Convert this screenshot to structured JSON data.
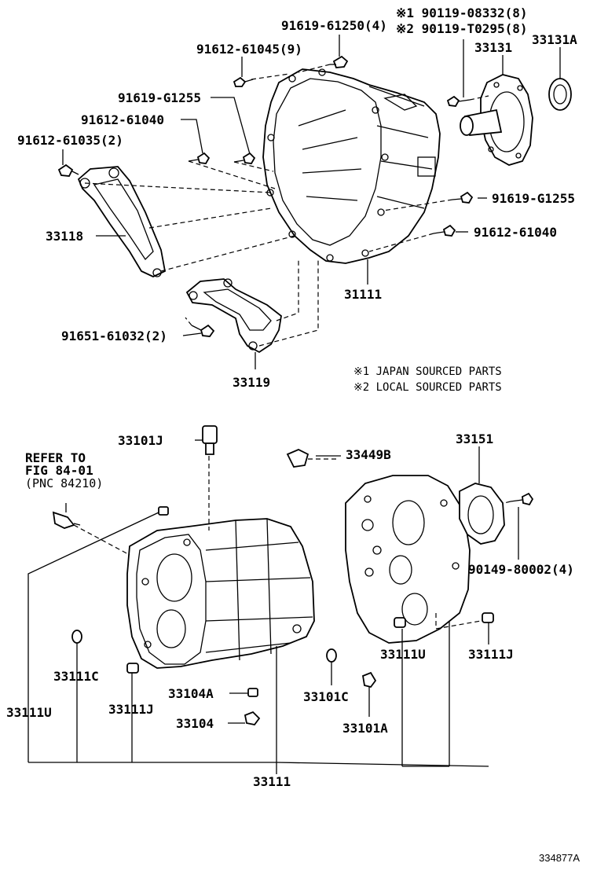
{
  "labels": {
    "p91619_61250": "91619-61250(4)",
    "p90119_08332": "※1 90119-08332(8)",
    "p90119_T0295": "※2 90119-T0295(8)",
    "p33131A": "33131A",
    "p91612_61045": "91612-61045(9)",
    "p33131": "33131",
    "p91619_G1255_a": "91619-G1255",
    "p91612_61040_a": "91612-61040",
    "p91612_61035": "91612-61035(2)",
    "p91619_G1255_b": "91619-G1255",
    "p33118": "33118",
    "p91612_61040_b": "91612-61040",
    "p31111": "31111",
    "p91651_61032": "91651-61032(2)",
    "p33119": "33119",
    "p33101J": "33101J",
    "p33449B": "33449B",
    "p33151": "33151",
    "p90149_80002": "90149-80002(4)",
    "p33111U_r": "33111U",
    "p33111J_r": "33111J",
    "p33111C": "33111C",
    "p33104A": "33104A",
    "p33101C": "33101C",
    "p33111U_l": "33111U",
    "p33111J_l": "33111J",
    "p33104": "33104",
    "p33101A": "33101A",
    "p33111": "33111"
  },
  "notes": {
    "japan": "※1 JAPAN SOURCED PARTS",
    "local": "※2 LOCAL SOURCED PARTS"
  },
  "refer": {
    "line1": "REFER TO",
    "line2": "FIG 84-01",
    "line3": "(PNC 84210)"
  },
  "diagram_id": "334877A"
}
